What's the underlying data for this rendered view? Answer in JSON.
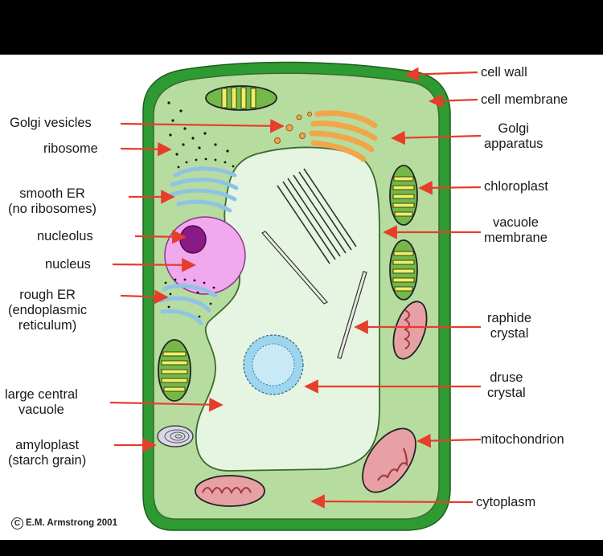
{
  "labels": {
    "cell_wall": "cell wall",
    "cell_membrane": "cell membrane",
    "golgi_vesicles": "Golgi vesicles",
    "ribosome": "ribosome",
    "golgi_apparatus": [
      "Golgi",
      "apparatus"
    ],
    "smooth_er": [
      "smooth ER",
      "(no ribosomes)"
    ],
    "chloroplast": "chloroplast",
    "vacuole_membrane": [
      "vacuole",
      "membrane"
    ],
    "nucleolus": "nucleolus",
    "nucleus": "nucleus",
    "rough_er": [
      "rough ER",
      "(endoplasmic",
      "reticulum)"
    ],
    "raphide_crystal": [
      "raphide",
      "crystal"
    ],
    "druse_crystal": [
      "druse",
      "crystal"
    ],
    "large_central_vacuole": [
      "large central",
      "vacuole"
    ],
    "amyloplast": [
      "amyloplast",
      "(starch grain)"
    ],
    "mitochondrion": "mitochondrion",
    "cytoplasm": "cytoplasm"
  },
  "copyright": {
    "symbol": "C",
    "text": "E.M. Armstrong 2001"
  },
  "colors": {
    "page_background": "#000000",
    "figure_background": "#ffffff",
    "cell_wall": "#2e9a32",
    "cytoplasm": "#b7dca0",
    "vacuole": "#e6f5e2",
    "nucleus": "#f0a8ee",
    "nucleolus": "#8a1a86",
    "er": "#8fc3e6",
    "golgi": "#f2a64a",
    "chloroplast": "#74b84a",
    "grana": "#f3ec64",
    "mitochondrion": "#e7a0a4",
    "arrow": "#e53e2b",
    "druse": "#9dd4ee"
  }
}
